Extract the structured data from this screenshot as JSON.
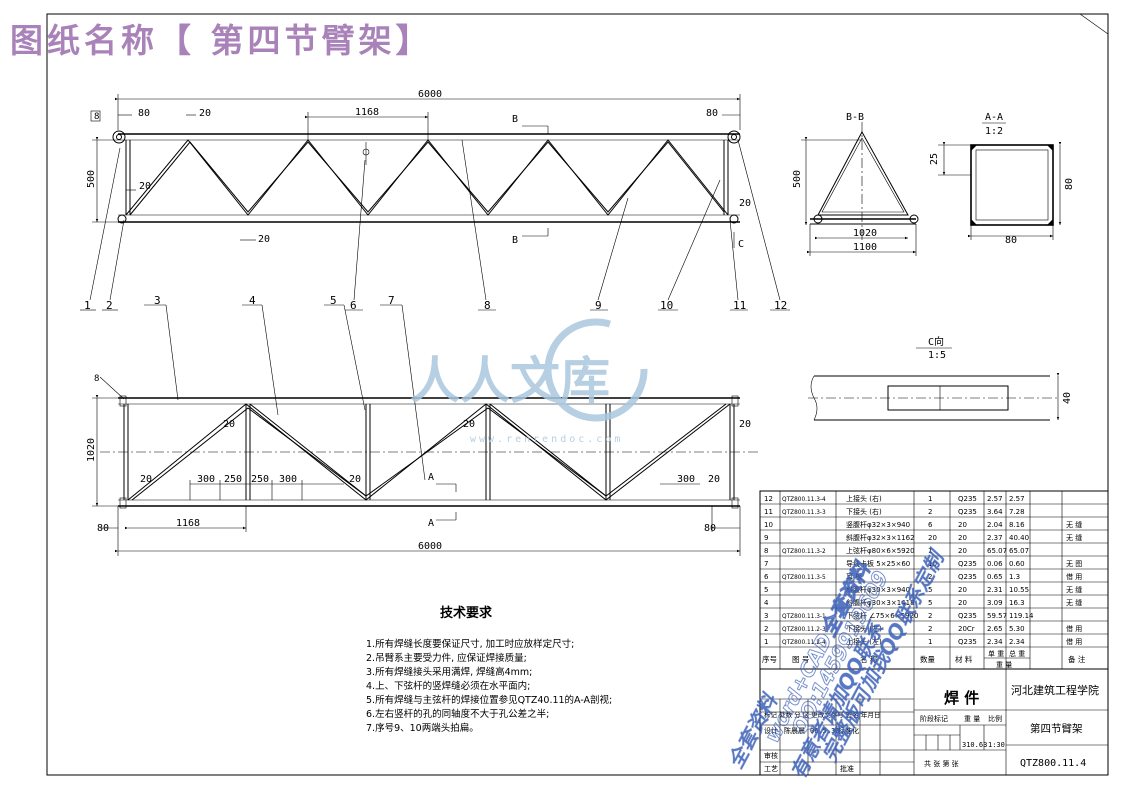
{
  "title": {
    "text": "图纸名称【 第四节臂架】",
    "color": "#a882b8"
  },
  "top_view": {
    "dims": {
      "overall": "6000",
      "left_end": "80",
      "right_end": "80",
      "panel": "1168",
      "gap_top": "20",
      "height": "500",
      "gap_left": "20",
      "gap_bottom": "20",
      "gap_right": "20"
    },
    "section_marks": {
      "b_top": "B",
      "b_bottom": "B",
      "c_mark": "C"
    },
    "weld_symbol": "8"
  },
  "callouts": [
    "1",
    "2",
    "3",
    "4",
    "5",
    "6",
    "7",
    "8",
    "9",
    "10",
    "11",
    "12"
  ],
  "section_bb": {
    "title": "B-B",
    "height": "500",
    "inner_width": "1020",
    "outer_width": "1100"
  },
  "section_aa": {
    "title": "A-A",
    "scale": "1:2",
    "dim_left": "25",
    "dim_right": "80",
    "dim_bottom": "80"
  },
  "view_c": {
    "title": "C向",
    "scale": "1:5",
    "dim": "40"
  },
  "plan_view": {
    "dims": {
      "height": "1020",
      "left_end": "80",
      "right_end": "80",
      "overall": "6000",
      "panel": "1168",
      "g20": "20",
      "s300": "300",
      "s250": "250"
    },
    "weld_symbol": "8",
    "section_marks": {
      "a_top": "A",
      "a_bottom": "A"
    }
  },
  "watermark": {
    "brand": "人人文库",
    "url": "www.renrendoc.com",
    "line1": "word+CAD全套资料",
    "line2": "QQ:1459919609",
    "line3": "完整版可加我QQ联系定制",
    "line4": "有意者请加QQ联系",
    "line5": "全套资料",
    "color_logo": "#a9c7de",
    "color_text": "#3a5fb8"
  },
  "tech_requirements": {
    "heading": "技术要求",
    "items": [
      "1.所有焊缝长度要保证尺寸, 加工时应放样定尺寸;",
      "2.吊臂系主要受力件, 应保证焊接质量;",
      "3.所有焊缝接头采用满焊, 焊缝高4mm;",
      "4.上、下弦杆的竖焊缝必须在水平面内;",
      "5.所有焊缝与主弦杆的焊接位置参见QTZ40.11的A-A剖视;",
      "6.左右竖杆的孔的同轴度不大于孔公差之半;",
      "7.序号9、10两端头拍扁。"
    ]
  },
  "bom": {
    "rows": [
      {
        "no": "12",
        "code": "QTZ800.11.3-4",
        "name": "上接头 (右)",
        "qty": "1",
        "mat": "Q235",
        "w1": "2.57",
        "w2": "2.57",
        "note": ""
      },
      {
        "no": "11",
        "code": "QTZ800.11.3-3",
        "name": "下接头 (右)",
        "qty": "2",
        "mat": "Q235",
        "w1": "3.64",
        "w2": "7.28",
        "note": ""
      },
      {
        "no": "10",
        "code": "",
        "name": "竖腹杆φ32×3×940",
        "qty": "6",
        "mat": "20",
        "w1": "2.04",
        "w2": "8.16",
        "note": "无 缝"
      },
      {
        "no": "9",
        "code": "",
        "name": "斜腹杆φ32×3×1162",
        "qty": "20",
        "mat": "20",
        "w1": "2.37",
        "w2": "40.40",
        "note": "无 缝"
      },
      {
        "no": "8",
        "code": "QTZ800.11.3-2",
        "name": "上弦杆φ80×6×5920",
        "qty": "1",
        "mat": "20",
        "w1": "65.07",
        "w2": "65.07",
        "note": ""
      },
      {
        "no": "7",
        "code": "",
        "name": "导线卡板 5×25×60",
        "qty": "10",
        "mat": "Q235",
        "w1": "0.06",
        "w2": "0.60",
        "note": "无 图"
      },
      {
        "no": "6",
        "code": "QTZ800.11.3-5",
        "name": "耳 板",
        "qty": "2",
        "mat": "Q235",
        "w1": "0.65",
        "w2": "1.3",
        "note": "借 用"
      },
      {
        "no": "5",
        "code": "",
        "name": "斜腹杆φ30×3×940",
        "qty": "5",
        "mat": "20",
        "w1": "2.31",
        "w2": "10.55",
        "note": "无 缝"
      },
      {
        "no": "4",
        "code": "",
        "name": "斜腹杆φ30×3×1418",
        "qty": "5",
        "mat": "20",
        "w1": "3.09",
        "w2": "16.3",
        "note": "无 缝"
      },
      {
        "no": "3",
        "code": "QTZ800.11.3-1",
        "name": "下弦杆 ∠75×6×5920",
        "qty": "2",
        "mat": "Q235",
        "w1": "59.57",
        "w2": "119.14",
        "note": ""
      },
      {
        "no": "2",
        "code": "QTZ800.11.2-3",
        "name": "下接头 (左)",
        "qty": "2",
        "mat": "20Cr",
        "w1": "2.65",
        "w2": "5.30",
        "note": "借 用"
      },
      {
        "no": "1",
        "code": "QTZ800.11.2-4",
        "name": "上接头 (左)",
        "qty": "1",
        "mat": "Q235",
        "w1": "2.34",
        "w2": "2.34",
        "note": "借 用"
      }
    ],
    "header": {
      "no": "序号",
      "code": "图 号",
      "name": "名 称",
      "qty": "数量",
      "mat": "材 料",
      "single": "单 重",
      "total": "总 重",
      "weight": "重 量",
      "note": "备 注"
    }
  },
  "title_block": {
    "part_name": "焊 件",
    "school": "河北建筑工程学院",
    "drawing_name": "第四节臂架",
    "drawing_no": "QTZ800.11.4",
    "mass": "310.63",
    "scale": "1:30",
    "label_stage": "阶段标记",
    "label_mass": "重 量",
    "label_scale": "比例",
    "label_sheets": "共 张 第 张",
    "rows": [
      "标记 处数 分 区 更改文件号 签名 年月日",
      "设计",
      "审核",
      "工艺"
    ],
    "designer": "陈晨晨",
    "date": "06.5.30",
    "std": "标准化",
    "approve": "批准"
  }
}
